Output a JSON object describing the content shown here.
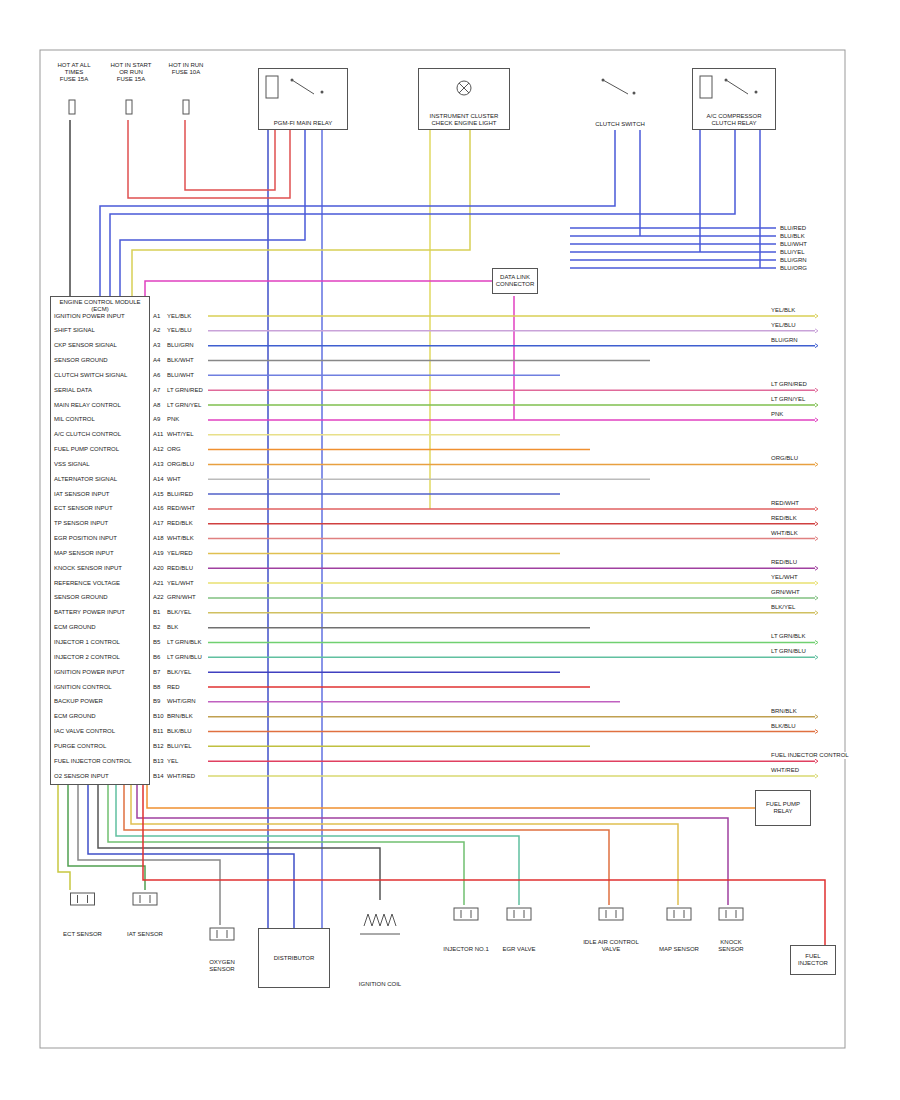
{
  "diagram": {
    "nodes": [
      {
        "text": [
          "HOT AT ALL TIMES",
          "FUSE 15A"
        ]
      },
      {
        "text": [
          "HOT IN START OR RUN",
          "FUSE 15A"
        ]
      },
      {
        "text": [
          "HOT IN RUN",
          "FUSE 10A"
        ]
      },
      {
        "text": [
          "PGM-FI MAIN RELAY"
        ]
      },
      {
        "text": [
          "INSTRUMENT CLUSTER",
          "CHECK ENGINE LIGHT"
        ]
      },
      {
        "text": [
          "CLUTCH SWITCH"
        ]
      },
      {
        "text": [
          "A/C COMPRESSOR CLUTCH RELAY"
        ]
      },
      {
        "text": [
          "ENGINE CONTROL MODULE (ECM)"
        ]
      },
      {
        "text": [
          "DATA LINK CONNECTOR"
        ]
      },
      {
        "text": [
          "FUEL PUMP RELAY"
        ]
      },
      {
        "text": [
          "ECT SENSOR"
        ]
      },
      {
        "text": [
          "IAT SENSOR"
        ]
      },
      {
        "text": [
          "OXYGEN SENSOR"
        ]
      },
      {
        "text": [
          "DISTRIBUTOR"
        ]
      },
      {
        "text": [
          "IGNITION COIL"
        ]
      },
      {
        "text": [
          "INJECTOR NO.1"
        ]
      },
      {
        "text": [
          "EGR VALVE"
        ]
      },
      {
        "text": [
          "IDLE AIR CONTROL VALVE"
        ]
      },
      {
        "text": [
          "MAP SENSOR"
        ]
      },
      {
        "text": [
          "KNOCK SENSOR"
        ]
      },
      {
        "text": [
          "FUEL INJECTOR"
        ]
      }
    ],
    "edges": [
      {
        "from": 7,
        "to": 0,
        "arrow": "none"
      },
      {
        "from": 1,
        "to": 3,
        "arrow": "none"
      },
      {
        "from": 2,
        "to": 3,
        "arrow": "none"
      },
      {
        "from": 7,
        "to": 3,
        "arrow": "none"
      },
      {
        "from": 7,
        "to": 4,
        "arrow": "none"
      },
      {
        "from": 7,
        "to": 8,
        "arrow": "none"
      },
      {
        "from": 7,
        "to": 5,
        "arrow": "none"
      },
      {
        "from": 7,
        "to": 6,
        "arrow": "none"
      },
      {
        "from": 7,
        "to": 10,
        "arrow": "none"
      },
      {
        "from": 7,
        "to": 11,
        "arrow": "none"
      },
      {
        "from": 7,
        "to": 12,
        "arrow": "none"
      },
      {
        "from": 7,
        "to": 13,
        "arrow": "none"
      },
      {
        "from": 7,
        "to": 14,
        "arrow": "none"
      },
      {
        "from": 7,
        "to": 15,
        "arrow": "none"
      },
      {
        "from": 7,
        "to": 16,
        "arrow": "none"
      },
      {
        "from": 7,
        "to": 17,
        "arrow": "none"
      },
      {
        "from": 7,
        "to": 18,
        "arrow": "none"
      },
      {
        "from": 7,
        "to": 19,
        "arrow": "none"
      },
      {
        "from": 7,
        "to": 20,
        "arrow": "none"
      },
      {
        "from": 7,
        "to": 9,
        "arrow": "none"
      }
    ],
    "labels": [
      "IGNITION POWER INPUT",
      "A1",
      "YEL/BLK",
      "SHIFT SIGNAL",
      "A2",
      "YEL/BLU",
      "CKP SENSOR SIGNAL",
      "A3",
      "BLU/GRN",
      "SENSOR GROUND",
      "A4",
      "BLK/WHT",
      "CLUTCH SWITCH SIGNAL",
      "A6",
      "BLU/WHT",
      "SERIAL DATA",
      "A7",
      "LT GRN/RED",
      "MAIN RELAY CONTROL",
      "A8",
      "LT GRN/YEL",
      "MIL CONTROL",
      "A9",
      "PNK",
      "A/C CLUTCH CONTROL",
      "A11",
      "WHT/YEL",
      "FUEL PUMP CONTROL",
      "A12",
      "ORG",
      "VSS SIGNAL",
      "A13",
      "ORG/BLU",
      "ALTERNATOR SIGNAL",
      "A14",
      "WHT",
      "IAT SENSOR INPUT",
      "A15",
      "BLU/RED",
      "ECT SENSOR INPUT",
      "A16",
      "RED/WHT",
      "TP SENSOR INPUT",
      "A17",
      "RED/BLK",
      "EGR POSITION INPUT",
      "A18",
      "WHT/BLK",
      "MAP SENSOR INPUT",
      "A19",
      "YEL/RED",
      "KNOCK SENSOR INPUT",
      "A20",
      "RED/BLU",
      "REFERENCE VOLTAGE",
      "A21",
      "YEL/WHT",
      "SENSOR GROUND",
      "A22",
      "GRN/WHT",
      "BATTERY POWER INPUT",
      "B1",
      "BLK/YEL",
      "ECM GROUND",
      "B2",
      "BLK",
      "INJECTOR 1 CONTROL",
      "B5",
      "LT GRN/BLK",
      "INJECTOR 2 CONTROL",
      "B6",
      "LT GRN/BLU",
      "IGNITION POWER INPUT",
      "B7",
      "BLK/YEL",
      "IGNITION CONTROL",
      "B8",
      "RED",
      "BACKUP POWER",
      "B9",
      "WHT/GRN",
      "ECM GROUND",
      "B10",
      "BRN/BLK",
      "IAC VALVE CONTROL",
      "B11",
      "BLK/BLU",
      "PURGE CONTROL",
      "B12",
      "BLU/YEL",
      "FUEL INJECTOR CONTROL",
      "B13",
      "YEL",
      "O2 SENSOR INPUT",
      "B14",
      "WHT/RED",
      "YEL/BLK",
      "YEL/BLU",
      "BLU/GRN",
      "LT GRN/RED",
      "LT GRN/YEL",
      "PNK",
      "ORG/BLU",
      "RED/WHT",
      "RED/BLK",
      "WHT/BLK",
      "RED/BLU",
      "YEL/WHT",
      "GRN/WHT",
      "BLK/YEL",
      "LT GRN/BLK",
      "LT GRN/BLU",
      "BRN/BLK",
      "BLK/BLU",
      "FUEL INJECTOR CONTROL",
      "WHT/RED",
      "BLU/RED",
      "BLU/BLK",
      "BLU/WHT",
      "BLU/YEL",
      "BLU/GRN",
      "BLU/ORG"
    ]
  }
}
